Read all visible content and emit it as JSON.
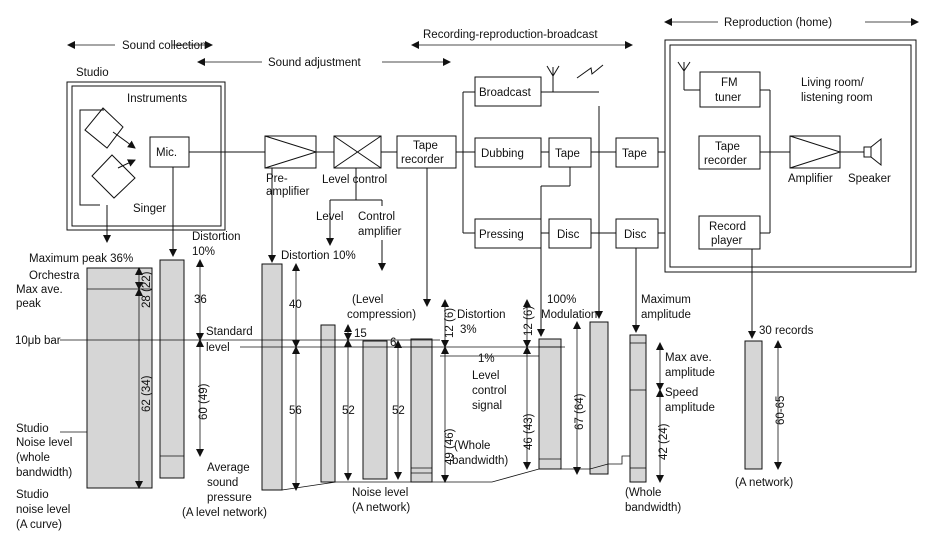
{
  "sections": {
    "sound_collection": "Sound collection",
    "sound_adjustment": "Sound adjustment",
    "recording": "Recording-reproduction-broadcast",
    "reproduction": "Reproduction (home)"
  },
  "studio": {
    "title": "Studio",
    "instruments": "Instruments",
    "singer": "Singer",
    "mic": "Mic."
  },
  "chain": {
    "preamp_l1": "Pre-",
    "preamp_l2": "amplifier",
    "level_control": "Level control",
    "level": "Level",
    "control_l1": "Control",
    "control_l2": "amplifier",
    "tape_recorder_l1": "Tape",
    "tape_recorder_l2": "recorder",
    "broadcast": "Broadcast",
    "dubbing": "Dubbing",
    "tape1": "Tape",
    "tape2": "Tape",
    "pressing": "Pressing",
    "disc1": "Disc",
    "disc2": "Disc"
  },
  "home": {
    "fm_l1": "FM",
    "fm_l2": "tuner",
    "living_l1": "Living room/",
    "living_l2": "listening room",
    "tape_rec_l1": "Tape",
    "tape_rec_l2": "recorder",
    "amplifier": "Amplifier",
    "speaker": "Speaker",
    "record_l1": "Record",
    "record_l2": "player"
  },
  "levels": {
    "max_peak": "Maximum peak 36%",
    "orchestra": "Orchestra",
    "max_ave_l1": "Max ave.",
    "max_ave_l2": "peak",
    "bar10": "10μb bar",
    "studio_noise_l1": "Studio",
    "studio_noise_l2": "Noise level",
    "studio_noise_l3": "(whole",
    "studio_noise_l4": "bandwidth)",
    "studio_noise_a_l1": "Studio",
    "studio_noise_a_l2": "noise level",
    "studio_noise_a_l3": "(A curve)",
    "v28": "28 (22)",
    "v62": "62 (34)",
    "dist_l1": "Distortion",
    "dist_l2": "10%",
    "v36": "36",
    "v60": "60 (49)",
    "standard_l1": "Standard",
    "standard_l2": "level",
    "avg_l1": "Average",
    "avg_l2": "sound",
    "avg_l3": "pressure",
    "avg_l4": "(A level network)",
    "distortion2": "Distortion 10%",
    "v40": "40",
    "v56": "56",
    "level_comp_l1": "(Level",
    "level_comp_l2": "compression)",
    "v15": "15",
    "v6": "6",
    "v52a": "52",
    "v52b": "52",
    "noise_l1": "Noise level",
    "noise_l2": "(A network)",
    "v12a": "12 (6)",
    "dist3_l1": "Distortion",
    "dist3_l2": "3%",
    "v12b": "12 (6)",
    "pct1": "1%",
    "lcs_l1": "Level",
    "lcs_l2": "control",
    "lcs_l3": "signal",
    "v49": "49 (46)",
    "v46": "46 (43)",
    "whole_l1": "(Whole",
    "whole_l2": "bandwidth)",
    "mod_l1": "100%",
    "mod_l2": "Modulation",
    "v67": "67 (64)",
    "maxamp_l1": "Maximum",
    "maxamp_l2": "amplitude",
    "maxave_amp_l1": "Max ave.",
    "maxave_amp_l2": "amplitude",
    "speed_l1": "Speed",
    "speed_l2": "amplitude",
    "v42": "42 (24)",
    "whole2_l1": "(Whole",
    "whole2_l2": "bandwidth)",
    "records30": "30 records",
    "v6065": "60-65",
    "anet": "(A network)"
  }
}
